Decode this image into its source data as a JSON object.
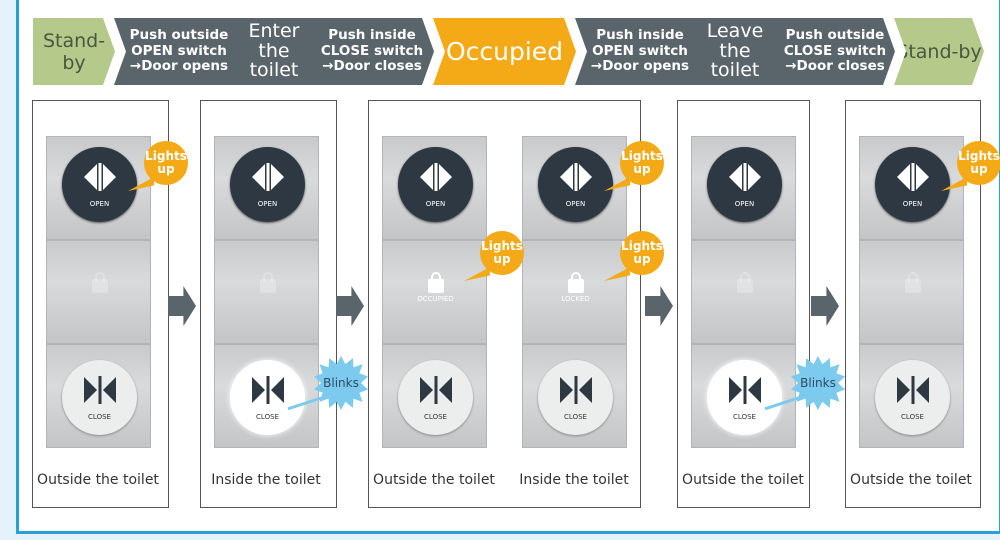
{
  "banner": {
    "standby_start": "Stand-by",
    "step1": "Push outside OPEN switch →Door opens",
    "step2": "Enter the toilet",
    "step3": "Push inside CLOSE switch →Door closes",
    "occupied": "Occupied",
    "step4": "Push inside OPEN switch →Door opens",
    "step5": "Leave the toilet",
    "step6": "Push outside CLOSE switch →Door closes",
    "standby_end": "Stand-by"
  },
  "panels": [
    {
      "label": "Outside the toilet",
      "open_text": "OPEN",
      "close_text": "CLOSE",
      "lock_text": "",
      "lock_lit": false,
      "close_bright": false,
      "callouts": [
        {
          "type": "lights",
          "text": "Lights up",
          "where": "top"
        }
      ]
    },
    {
      "label": "Inside the toilet",
      "open_text": "OPEN",
      "close_text": "CLOSE",
      "lock_text": "",
      "lock_lit": false,
      "close_bright": true,
      "callouts": [
        {
          "type": "blinks",
          "text": "Blinks",
          "where": "bottom"
        }
      ]
    },
    {
      "label": "Outside the toilet",
      "open_text": "OPEN",
      "close_text": "CLOSE",
      "lock_text": "OCCUPIED",
      "lock_lit": true,
      "close_bright": false,
      "callouts": [
        {
          "type": "lights",
          "text": "Lights up",
          "where": "middle"
        }
      ]
    },
    {
      "label": "Inside the toilet",
      "open_text": "OPEN",
      "close_text": "CLOSE",
      "lock_text": "LOCKED",
      "lock_lit": true,
      "close_bright": false,
      "callouts": [
        {
          "type": "lights",
          "text": "Lights up",
          "where": "top"
        },
        {
          "type": "lights",
          "text": "Lights up",
          "where": "middle"
        }
      ]
    },
    {
      "label": "Outside the toilet",
      "open_text": "OPEN",
      "close_text": "CLOSE",
      "lock_text": "",
      "lock_lit": false,
      "close_bright": true,
      "callouts": [
        {
          "type": "blinks",
          "text": "Blinks",
          "where": "bottom"
        }
      ]
    },
    {
      "label": "Outside the toilet",
      "open_text": "OPEN",
      "close_text": "CLOSE",
      "lock_text": "",
      "lock_lit": false,
      "close_bright": false,
      "callouts": [
        {
          "type": "lights",
          "text": "Lights up",
          "where": "top"
        }
      ]
    }
  ],
  "colors": {
    "frame": "#2c9fd9",
    "standby": "#b5c98b",
    "step": "#5a646b",
    "occupied": "#f4a916",
    "blinks": "#7ccbef"
  }
}
